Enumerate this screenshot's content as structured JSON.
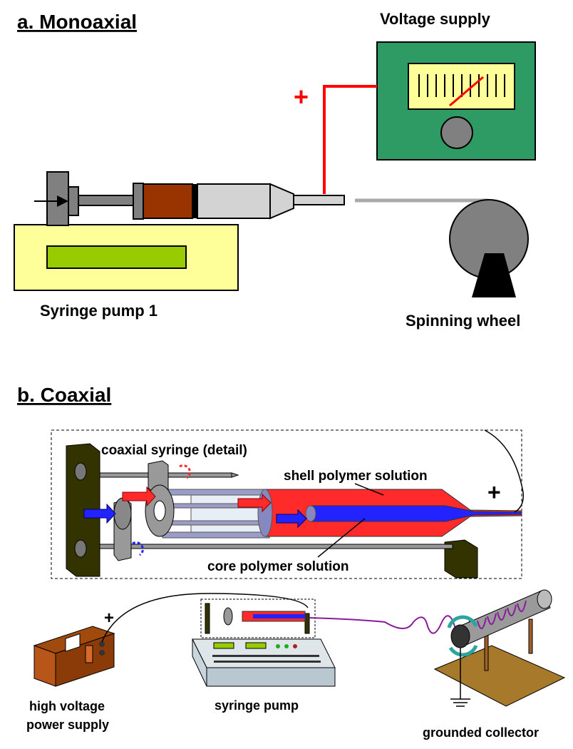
{
  "section_a": {
    "title": "a. Monoaxial",
    "voltage_supply_label": "Voltage supply",
    "plus_sign": "+",
    "syringe_pump_label": "Syringe pump 1",
    "spinning_wheel_label": "Spinning wheel"
  },
  "section_b": {
    "title": "b. Coaxial",
    "detail_label": "coaxial syringe (detail)",
    "shell_label": "shell polymer solution",
    "core_label": "core polymer solution",
    "plus_sign": "+",
    "hv_label_line1": "high voltage",
    "hv_label_line2": "power supply",
    "pump_label": "syringe pump",
    "collector_label": "grounded collector"
  },
  "colors": {
    "shell": "#ff2b2b",
    "core": "#2323ff",
    "supply_green": "#2e9a64",
    "meter_yellow": "#ffff99",
    "pump_yellow": "#ffff99",
    "pump_display": "#99cc00",
    "polymer_brown": "#993300",
    "fiber_purple": "#8b1a9e",
    "wire_red": "#ff0000"
  }
}
